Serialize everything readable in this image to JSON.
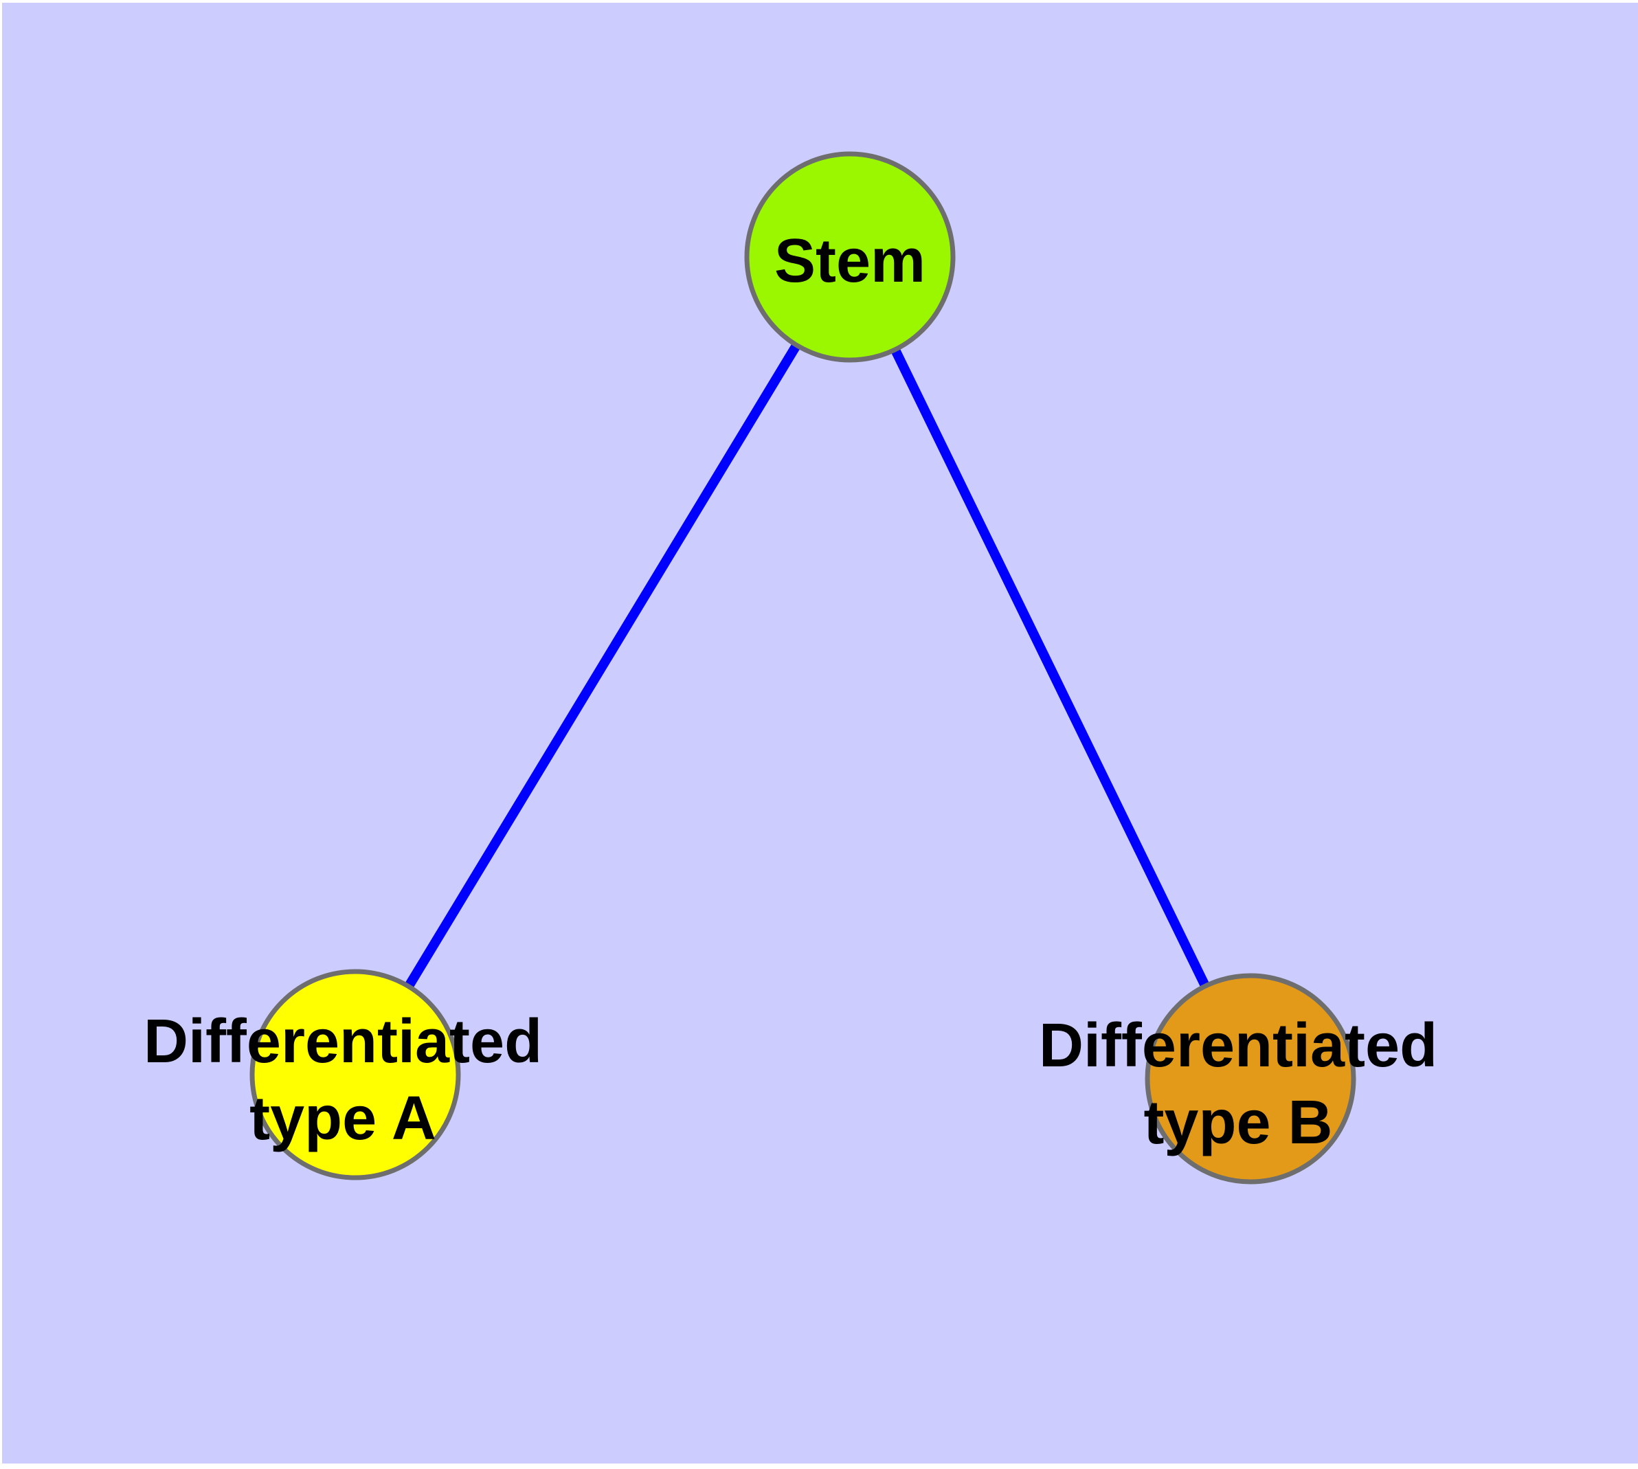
{
  "canvas": {
    "background_color": "#CCCCFF",
    "frame_color": "#FFFFFF"
  },
  "graph": {
    "node_border_color": "#6E6E6E",
    "label_color": "#000000",
    "nodes": [
      {
        "id": "stem",
        "label": "Stem",
        "fill_color": "#9AF700"
      },
      {
        "id": "differentiated-type-a",
        "label": "Differentiated\ntype A",
        "fill_color": "#FFFF00"
      },
      {
        "id": "differentiated-type-b",
        "label": "Differentiated\ntype B",
        "fill_color": "#E49A19"
      }
    ],
    "edges": [
      {
        "from": "stem",
        "to": "differentiated-type-a",
        "color": "#0000FF"
      },
      {
        "from": "stem",
        "to": "differentiated-type-b",
        "color": "#0000FF"
      }
    ]
  }
}
